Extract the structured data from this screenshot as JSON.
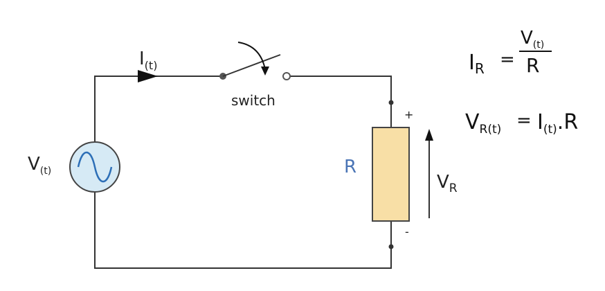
{
  "labels": {
    "current_main": "I",
    "current_sub": "(t)",
    "switch": "switch",
    "source_main": "V",
    "source_sub": "(t)",
    "resistor": "R",
    "plus": "+",
    "minus": "-",
    "vr_main": "V",
    "vr_sub": "R"
  },
  "equations": {
    "eq1_lhs_main": "I",
    "eq1_lhs_sub": "R",
    "eq1_equals": "=",
    "eq1_num_main": "V",
    "eq1_num_sub": "(t)",
    "eq1_den": "R",
    "eq2_lhs_main": "V",
    "eq2_lhs_sub": "R(t)",
    "eq2_equals": "=",
    "eq2_rhs_main": "I",
    "eq2_rhs_sub": "(t)",
    "eq2_rhs_tail": ".R"
  },
  "colors": {
    "wire": "#333333",
    "source_fill": "#d6eaf5",
    "sine": "#2d6fb7",
    "resistor_fill": "#f8dfa6",
    "resistor_label": "#4a74b5"
  }
}
